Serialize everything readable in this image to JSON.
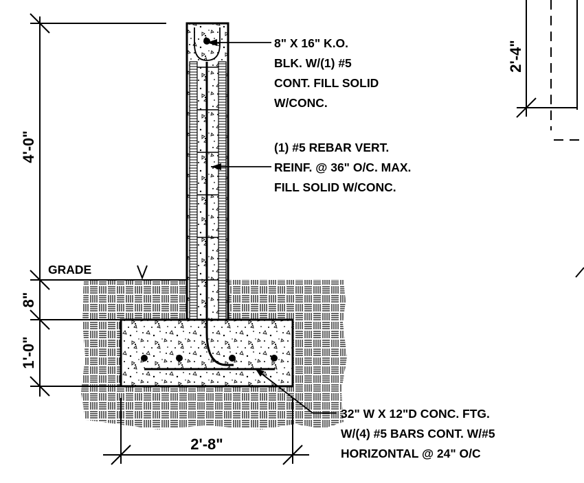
{
  "dimensions": {
    "wall_height": "4'-0\"",
    "below_grade": "8\"",
    "footing_depth": "1'-0\"",
    "footing_width": "2'-8\"",
    "detail_height": "2'-4\""
  },
  "grade_label": "GRADE",
  "notes": {
    "ko_block": [
      "8\" X 16\" K.O.",
      "BLK. W/(1) #5",
      "CONT. FILL SOLID",
      "W/CONC."
    ],
    "vertical_rebar": [
      "(1) #5 REBAR VERT.",
      "REINF. @ 36\" O/C. MAX.",
      "FILL SOLID W/CONC."
    ],
    "footing": [
      "32\" W X 12\"D CONC. FTG.",
      "W/(4) #5 BARS CONT. W/#5",
      "HORIZONTAL @ 24\" O/C"
    ]
  }
}
